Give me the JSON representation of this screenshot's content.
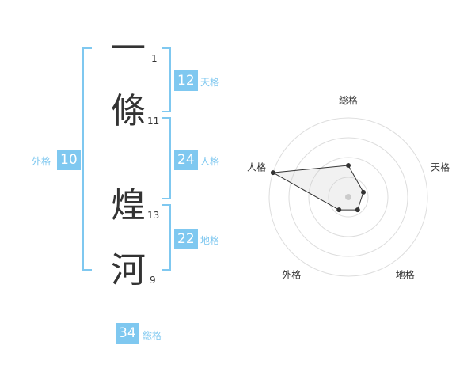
{
  "name": {
    "chars": [
      {
        "char": "一",
        "strokes": "1"
      },
      {
        "char": "條",
        "strokes": "11"
      },
      {
        "char": "煌",
        "strokes": "13"
      },
      {
        "char": "河",
        "strokes": "9"
      }
    ]
  },
  "kaku": {
    "tenkaku": {
      "value": "12",
      "label": "天格"
    },
    "jinkaku": {
      "value": "24",
      "label": "人格"
    },
    "chikaku": {
      "value": "22",
      "label": "地格"
    },
    "gaikaku": {
      "value": "10",
      "label": "外格"
    },
    "soukaku": {
      "value": "34",
      "label": "総格"
    }
  },
  "colors": {
    "accent": "#7fc8f0",
    "text": "#333333",
    "ring": "#dddddd"
  },
  "chart_data": {
    "type": "radar",
    "axes": [
      "総格",
      "天格",
      "地格",
      "外格",
      "人格"
    ],
    "values": [
      2,
      1,
      1,
      1,
      5
    ],
    "scale_max": 5,
    "rings": 4
  }
}
